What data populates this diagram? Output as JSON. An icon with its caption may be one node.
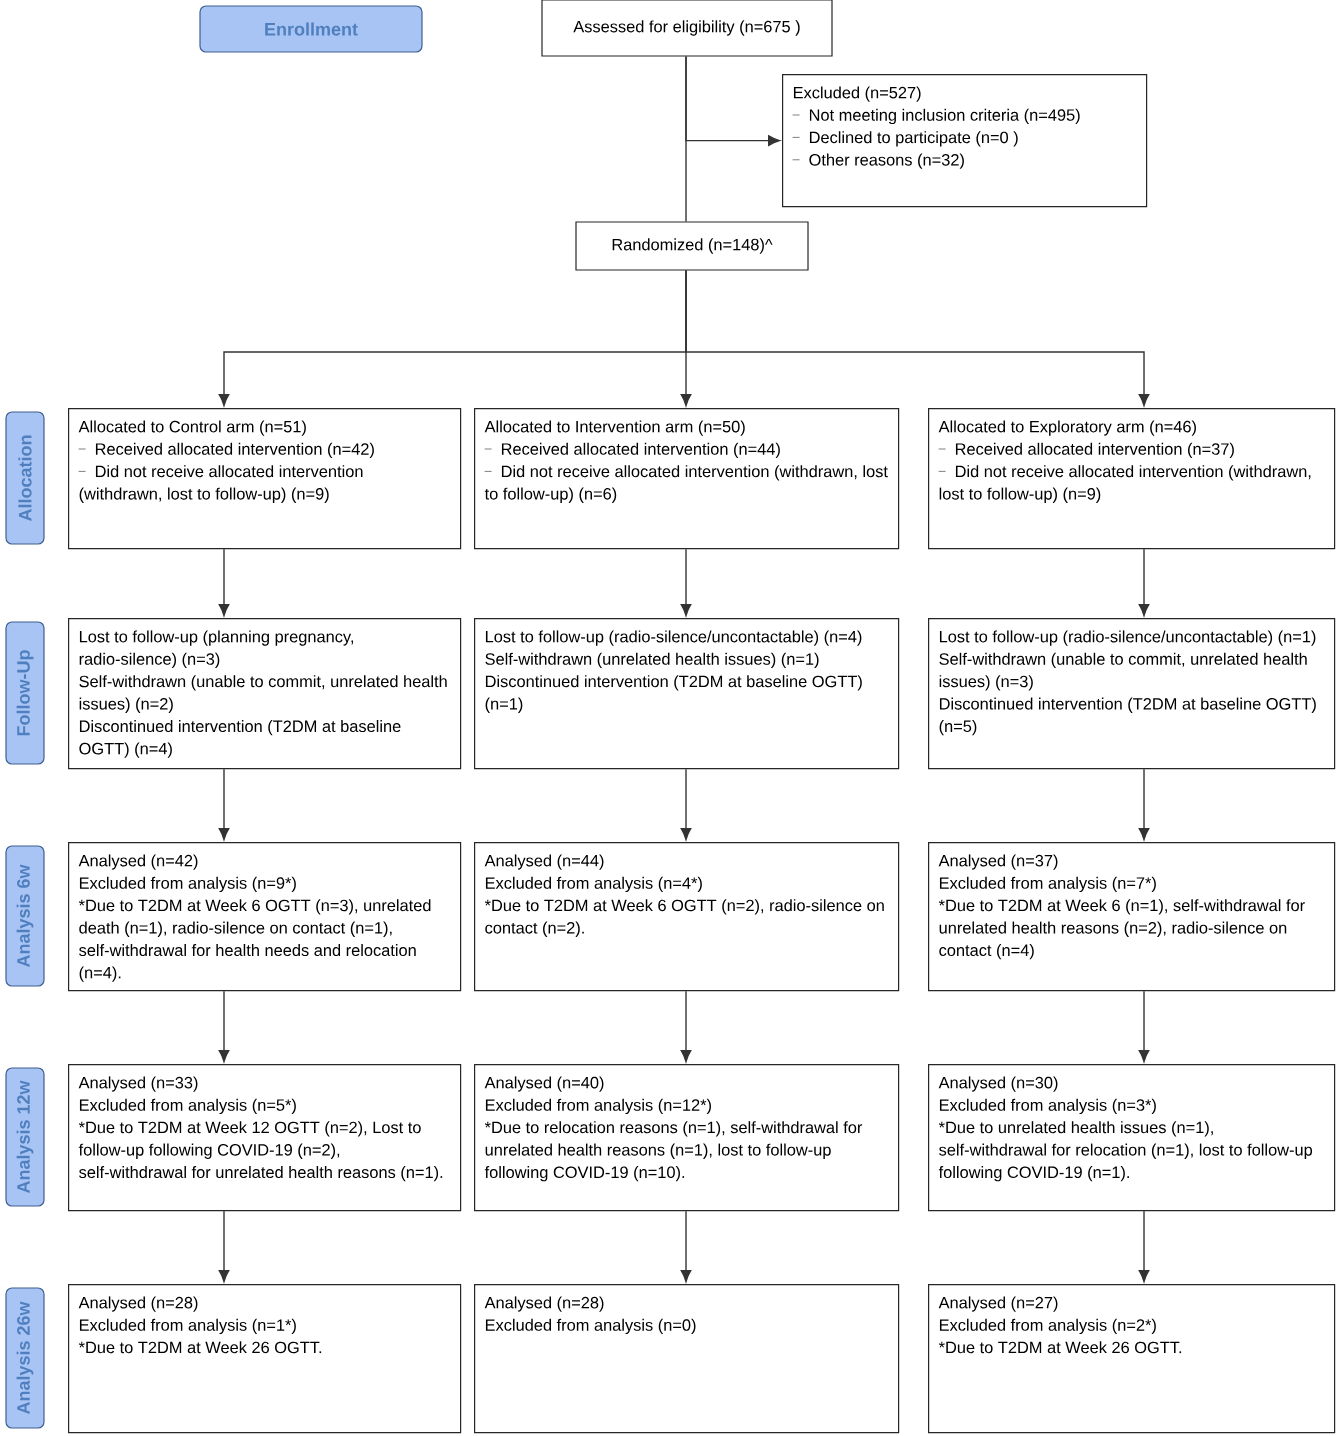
{
  "diagram": {
    "nodes": [
      {
        "text": [
          "Enrollment"
        ]
      },
      {
        "text": [
          "Assessed for eligibility (n=675 )"
        ]
      },
      {
        "text": [
          "Excluded  (n=527)",
          "Not meeting inclusion criteria (n=495)",
          "Declined to participate (n=0 )",
          "Other reasons (n=32)"
        ]
      },
      {
        "text": [
          "Randomized (n=148)^"
        ]
      },
      {
        "text": [
          "Allocation"
        ]
      },
      {
        "text": [
          "Allocated to Control arm (n=51)",
          "Received allocated intervention (n=42)",
          "Did not receive allocated intervention (withdrawn, lost to follow-up) (n=9)"
        ]
      },
      {
        "text": [
          "Allocated to Intervention arm (n=50)",
          "Received allocated intervention (n=44)",
          "Did not receive allocated intervention (withdrawn, lost to follow-up) (n=6)"
        ]
      },
      {
        "text": [
          "Allocated to Exploratory arm (n=46)",
          "Received allocated intervention (n=37)",
          "Did not receive allocated intervention (withdrawn, lost to follow-up) (n=9)"
        ]
      },
      {
        "text": [
          "Follow-Up"
        ]
      },
      {
        "text": [
          "Lost to follow-up (planning pregnancy, radio-silence) (n=3)",
          "Self-withdrawn (unable to commit, unrelated health issues) (n=2)",
          "Discontinued intervention (T2DM at baseline OGTT) (n=4)"
        ]
      },
      {
        "text": [
          "Lost to follow-up (radio-silence/uncontactable) (n=4)",
          "Self-withdrawn (unrelated health issues) (n=1)",
          "Discontinued intervention (T2DM at baseline OGTT) (n=1)"
        ]
      },
      {
        "text": [
          "Lost to follow-up (radio-silence/uncontactable) (n=1)",
          "Self-withdrawn (unable to commit, unrelated health issues) (n=3)",
          "Discontinued intervention (T2DM at baseline OGTT) (n=5)"
        ]
      },
      {
        "text": [
          "Analysis 6w"
        ]
      },
      {
        "text": [
          "Analysed (n=42)",
          "Excluded from analysis (n=9*)",
          "*Due to T2DM at Week 6 OGTT (n=3), unrelated death (n=1), radio-silence on contact (n=1), self-withdrawal for health needs and relocation (n=4)."
        ]
      },
      {
        "text": [
          "Analysed (n=44)",
          "Excluded from analysis (n=4*)",
          "*Due to T2DM at Week 6 OGTT (n=2), radio-silence on contact (n=2)."
        ]
      },
      {
        "text": [
          "Analysed (n=37)",
          "Excluded from analysis (n=7*)",
          "*Due to T2DM at Week 6 (n=1), self-withdrawal for unrelated health reasons (n=2), radio-silence on contact (n=4)"
        ]
      },
      {
        "text": [
          "Analysis 12w"
        ]
      },
      {
        "text": [
          "Analysed (n=33)",
          "Excluded from analysis (n=5*)",
          "*Due to T2DM at Week 12 OGTT (n=2), Lost to follow-up following COVID-19 (n=2), self-withdrawal for unrelated health reasons (n=1)."
        ]
      },
      {
        "text": [
          "Analysed (n=40)",
          "Excluded from analysis (n=12*)",
          "*Due to relocation reasons (n=1), self-withdrawal for unrelated health reasons (n=1), lost to follow-up following COVID-19 (n=10)."
        ]
      },
      {
        "text": [
          "Analysed (n=30)",
          "Excluded from analysis (n=3*)",
          "*Due to unrelated health issues (n=1), self-withdrawal for relocation (n=1), lost to follow-up following COVID-19 (n=1)."
        ]
      },
      {
        "text": [
          "Analysis 26w"
        ]
      },
      {
        "text": [
          "Analysed (n=28)",
          "Excluded from analysis (n=1*)",
          "*Due to T2DM at Week 26 OGTT."
        ]
      },
      {
        "text": [
          "Analysed (n=28)",
          "Excluded from analysis (n=0)"
        ]
      },
      {
        "text": [
          "Analysed (n=27)",
          "Excluded from analysis (n=2*)",
          "*Due to T2DM at Week 26 OGTT."
        ]
      }
    ],
    "edges": [
      {
        "from": 1,
        "to": 3,
        "arrow": "none"
      },
      {
        "from": 1,
        "to": 2,
        "arrow": "to"
      },
      {
        "from": 3,
        "to": 5,
        "arrow": "to"
      },
      {
        "from": 3,
        "to": 6,
        "arrow": "to"
      },
      {
        "from": 3,
        "to": 7,
        "arrow": "to"
      },
      {
        "from": 5,
        "to": 9,
        "arrow": "to"
      },
      {
        "from": 6,
        "to": 10,
        "arrow": "to"
      },
      {
        "from": 7,
        "to": 11,
        "arrow": "to"
      },
      {
        "from": 9,
        "to": 13,
        "arrow": "to"
      },
      {
        "from": 10,
        "to": 14,
        "arrow": "to"
      },
      {
        "from": 11,
        "to": 15,
        "arrow": "to"
      },
      {
        "from": 13,
        "to": 17,
        "arrow": "to"
      },
      {
        "from": 14,
        "to": 18,
        "arrow": "to"
      },
      {
        "from": 15,
        "to": 19,
        "arrow": "to"
      },
      {
        "from": 17,
        "to": 21,
        "arrow": "to"
      },
      {
        "from": 18,
        "to": 22,
        "arrow": "to"
      },
      {
        "from": 19,
        "to": 23,
        "arrow": "to"
      }
    ]
  }
}
